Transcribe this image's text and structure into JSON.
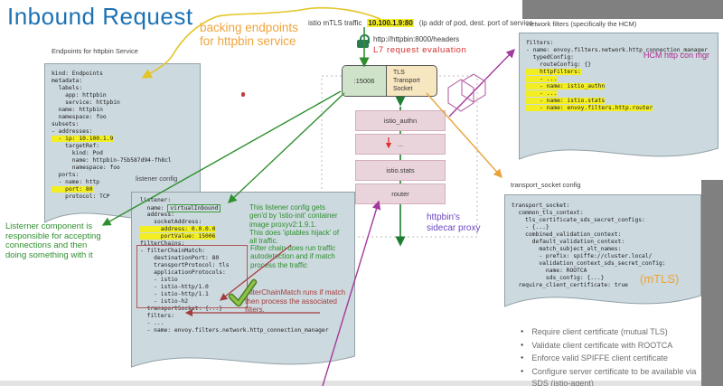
{
  "title": "Inbound Request",
  "colors": {
    "title_blue": "#1c72b4",
    "highlight_yellow": "#f5ee25",
    "annotation_green": "#2f8f2f",
    "annotation_maroon": "#a43c3c",
    "annotation_orange": "#f0a43c",
    "magenta": "#a3399c",
    "purple": "#6b46c1",
    "box_fill": "#ccd9de",
    "pink_fill": "#ead4dc"
  },
  "top": {
    "mtls_label": "istio mTLS traffic",
    "pod_addr": "10.100.1.9:80",
    "pod_note": "(ip addr of pod, dest. port of service",
    "url": "http://httpbin:8000/headers",
    "l7": "L7 request evaluation"
  },
  "annotations": {
    "backing": "backing endpoints\nfor httpbin service",
    "listener_component": "Listerner component is\nresponsible for accepting\nconnections and then\ndoing something with it",
    "listener_gen": "This listener config gets\ngen'd  by 'istio-init' container\nimage proxyv2:1.9.1.\nThis does 'iptables hijack' of\nall traffic.",
    "filter_autodetect": "Filter chain does run traffic\nautodetection and if match\nprocess the traffic",
    "fcm_runs": "FilterChainMatch runs if match\nthen process the associated\nfilters.",
    "hcm": "HCM http con mgr",
    "mtls": "(mTLS)",
    "sidecar": "httpbin's\nsidecar proxy"
  },
  "proxy": {
    "port": ":15006",
    "tls": "TLS\nTransport\nSocket",
    "chain": [
      "istio_authn",
      "...",
      "istio.stats",
      "router"
    ]
  },
  "boxes": {
    "endpoints": {
      "label": "Endpoints for httpbin Service",
      "lines": [
        {
          "t": "kind: Endpoints"
        },
        {
          "t": "metadata:"
        },
        {
          "t": "  labels:"
        },
        {
          "t": "    app: httpbin"
        },
        {
          "t": "    service: httpbin"
        },
        {
          "t": "  name: httpbin"
        },
        {
          "t": "  namespace: foo"
        },
        {
          "t": "subsets:"
        },
        {
          "t": "- addresses:"
        },
        {
          "t": "  - ip: 10.100.1.9",
          "h": true
        },
        {
          "t": "    targetRef:"
        },
        {
          "t": "      kind: Pod"
        },
        {
          "t": "      name: httpbin-75b587d94-fh8cl"
        },
        {
          "t": "      namespace: foo"
        },
        {
          "t": "  ports:"
        },
        {
          "t": "  - name: http"
        },
        {
          "t": "    port: 80",
          "h": true
        },
        {
          "t": "    protocol: TCP"
        }
      ]
    },
    "listener": {
      "label": "listener config",
      "lines": [
        {
          "t": "listener:"
        },
        {
          "pre": "  name: ",
          "val": "virtualInbound"
        },
        {
          "t": "  address:"
        },
        {
          "t": "    socketAddress:"
        },
        {
          "t": "      address: 0.0.0.0",
          "h": true
        },
        {
          "t": "      portValue: 15006",
          "h": true
        },
        {
          "t": "filterChains:"
        },
        {
          "t": "- filterChainMatch:"
        },
        {
          "t": "    destinationPort: 80"
        },
        {
          "t": "    transportProtocol: tls"
        },
        {
          "t": "    applicationProtocols:"
        },
        {
          "t": "    - istio"
        },
        {
          "t": "    - istio-http/1.0"
        },
        {
          "t": "    - istio-http/1.1"
        },
        {
          "t": "    - istio-h2"
        },
        {
          "t": "  transportSocket: {...}"
        },
        {
          "t": "  filters:"
        },
        {
          "t": "  - ..."
        },
        {
          "t": "  - name: envoy.filters.network.http_connection_manager"
        }
      ]
    },
    "network_filters": {
      "label": "network filters (specifically the HCM)",
      "lines": [
        {
          "t": "filters:"
        },
        {
          "t": "- name: envoy.filters.network.http_connection_manager"
        },
        {
          "t": "  typedConfig:"
        },
        {
          "t": "    routeConfig: {}"
        },
        {
          "t": "    httpFilters:",
          "h": true
        },
        {
          "t": "    - ...",
          "h": true
        },
        {
          "t": "    - name: istio_authn",
          "h": true
        },
        {
          "t": "    - ...",
          "h": true
        },
        {
          "t": "    - name: istio.stats",
          "h": true
        },
        {
          "t": "    - name: envoy.filters.http.router",
          "h": true
        }
      ]
    },
    "transport_socket": {
      "label": "transport_socket config",
      "lines": [
        {
          "t": "transport_socket:"
        },
        {
          "t": "  common_tls_context:"
        },
        {
          "t": "    tls_certificate_sds_secret_configs:"
        },
        {
          "t": "    - {...}"
        },
        {
          "t": "    combined_validation_context:"
        },
        {
          "t": "      default_validation_context:"
        },
        {
          "t": "        match_subject_alt_names:"
        },
        {
          "t": "        - prefix: spiffe://cluster.local/"
        },
        {
          "t": "        validation_context_sds_secret_config:"
        },
        {
          "t": "          name: ROOTCA"
        },
        {
          "t": "          sds_config: {...}"
        },
        {
          "t": "  require_client_certificate: true"
        }
      ]
    }
  },
  "bullets": [
    "Require client certificate (mutual TLS)",
    "Validate client certificate with ROOTCA",
    "Enforce valid SPIFFE client certificate",
    "Configure server certificate to be available via SDS (istio-agent)"
  ]
}
